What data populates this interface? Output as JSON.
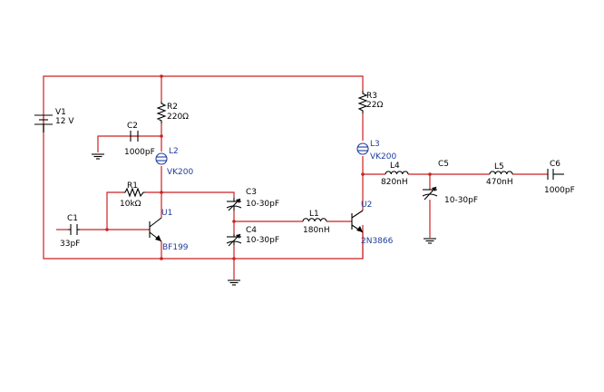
{
  "colors": {
    "wire": "#cc2222",
    "component": "#000000",
    "label_blue": "#1f3c9c",
    "background": "#ffffff"
  },
  "components": {
    "V1": {
      "ref": "V1",
      "value": "12 V"
    },
    "R1": {
      "ref": "R1",
      "value": "10kΩ"
    },
    "R2": {
      "ref": "R2",
      "value": "220Ω"
    },
    "R3": {
      "ref": "R3",
      "value": "22Ω"
    },
    "C1": {
      "ref": "C1",
      "value": "33pF"
    },
    "C2": {
      "ref": "C2",
      "value": "1000pF"
    },
    "C3": {
      "ref": "C3",
      "value": "10-30pF"
    },
    "C4": {
      "ref": "C4",
      "value": "10-30pF"
    },
    "C5": {
      "ref": "C5",
      "value": "10-30pF"
    },
    "C6": {
      "ref": "C6",
      "value": "1000pF"
    },
    "L1": {
      "ref": "L1",
      "value": "180nH"
    },
    "L2": {
      "ref": "L2",
      "value": "VK200"
    },
    "L3": {
      "ref": "L3",
      "value": "VK200"
    },
    "L4": {
      "ref": "L4",
      "value": "820nH"
    },
    "L5": {
      "ref": "L5",
      "value": "470nH"
    },
    "U1": {
      "ref": "U1",
      "value": "BF199"
    },
    "U2": {
      "ref": "U2",
      "value": "2N3866"
    }
  }
}
